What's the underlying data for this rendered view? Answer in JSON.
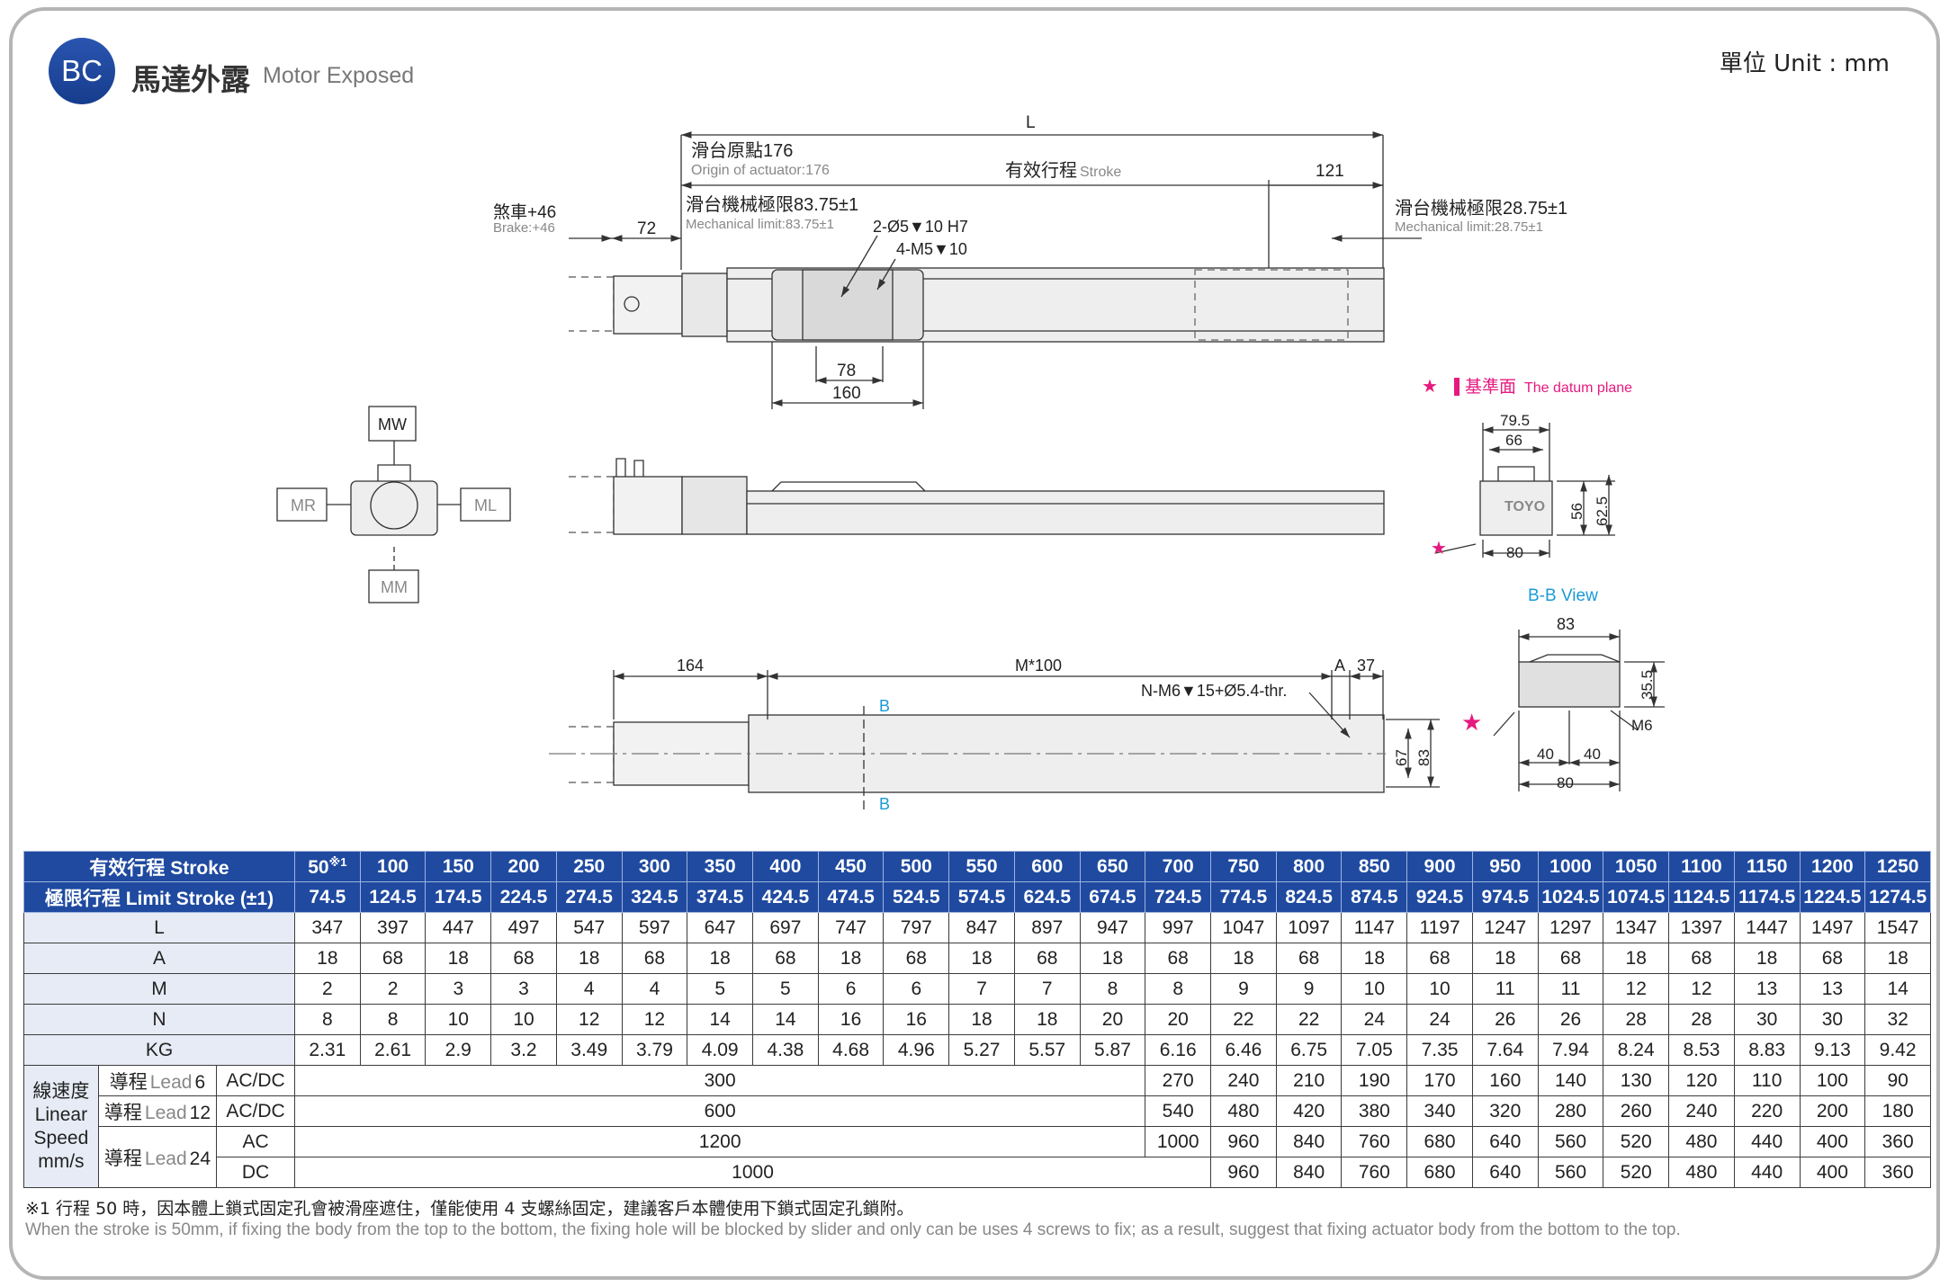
{
  "header": {
    "badge": "BC",
    "title_zh": "馬達外露",
    "title_en": "Motor Exposed",
    "unit": "單位 Unit : mm"
  },
  "drawing": {
    "L": "L",
    "origin_zh": "滑台原點176",
    "origin_en": "Origin of actuator:176",
    "stroke_zh": "有效行程",
    "stroke_en": "Stroke",
    "d121": "121",
    "brake_zh": "煞車+46",
    "brake_en": "Brake:+46",
    "d72": "72",
    "mech_left_zh": "滑台機械極限83.75±1",
    "mech_left_en": "Mechanical limit:83.75±1",
    "mech_right_zh": "滑台機械極限28.75±1",
    "mech_right_en": "Mechanical limit:28.75±1",
    "hole1": "2-Ø5▼10 H7",
    "hole2": "4-M5▼10",
    "d78": "78",
    "d160": "160",
    "mw": "MW",
    "mr": "MR",
    "ml": "ML",
    "mm": "MM",
    "datum_zh": "基準面",
    "datum_en": "The datum plane",
    "star": "★",
    "d79_5": "79.5",
    "d66": "66",
    "d56": "56",
    "d62_5": "62.5",
    "d80": "80",
    "logo": "TOYO",
    "bbview": "B-B View",
    "d83": "83",
    "d35_5": "35.5",
    "m6": "M6",
    "d40a": "40",
    "d40b": "40",
    "d80b": "80",
    "d164": "164",
    "m100": "M*100",
    "dA": "A",
    "d37": "37",
    "nhole": "N-M6▼15+Ø5.4-thr.",
    "b1": "B",
    "b2": "B",
    "d67": "67",
    "d83b": "83"
  },
  "table": {
    "stroke_label": "有效行程 Stroke",
    "limit_label": "極限行程 Limit Stroke (±1)",
    "stroke": [
      "50",
      "100",
      "150",
      "200",
      "250",
      "300",
      "350",
      "400",
      "450",
      "500",
      "550",
      "600",
      "650",
      "700",
      "750",
      "800",
      "850",
      "900",
      "950",
      "1000",
      "1050",
      "1100",
      "1150",
      "1200",
      "1250"
    ],
    "stroke_note": "※1",
    "limit": [
      "74.5",
      "124.5",
      "174.5",
      "224.5",
      "274.5",
      "324.5",
      "374.5",
      "424.5",
      "474.5",
      "524.5",
      "574.5",
      "624.5",
      "674.5",
      "724.5",
      "774.5",
      "824.5",
      "874.5",
      "924.5",
      "974.5",
      "1024.5",
      "1074.5",
      "1124.5",
      "1174.5",
      "1224.5",
      "1274.5"
    ],
    "rows": [
      {
        "label": "L",
        "values": [
          "347",
          "397",
          "447",
          "497",
          "547",
          "597",
          "647",
          "697",
          "747",
          "797",
          "847",
          "897",
          "947",
          "997",
          "1047",
          "1097",
          "1147",
          "1197",
          "1247",
          "1297",
          "1347",
          "1397",
          "1447",
          "1497",
          "1547"
        ]
      },
      {
        "label": "A",
        "values": [
          "18",
          "68",
          "18",
          "68",
          "18",
          "68",
          "18",
          "68",
          "18",
          "68",
          "18",
          "68",
          "18",
          "68",
          "18",
          "68",
          "18",
          "68",
          "18",
          "68",
          "18",
          "68",
          "18",
          "68",
          "18"
        ]
      },
      {
        "label": "M",
        "values": [
          "2",
          "2",
          "3",
          "3",
          "4",
          "4",
          "5",
          "5",
          "6",
          "6",
          "7",
          "7",
          "8",
          "8",
          "9",
          "9",
          "10",
          "10",
          "11",
          "11",
          "12",
          "12",
          "13",
          "13",
          "14"
        ]
      },
      {
        "label": "N",
        "values": [
          "8",
          "8",
          "10",
          "10",
          "12",
          "12",
          "14",
          "14",
          "16",
          "16",
          "18",
          "18",
          "20",
          "20",
          "22",
          "22",
          "24",
          "24",
          "26",
          "26",
          "28",
          "28",
          "30",
          "30",
          "32"
        ]
      },
      {
        "label": "KG",
        "values": [
          "2.31",
          "2.61",
          "2.9",
          "3.2",
          "3.49",
          "3.79",
          "4.09",
          "4.38",
          "4.68",
          "4.96",
          "5.27",
          "5.57",
          "5.87",
          "6.16",
          "6.46",
          "6.75",
          "7.05",
          "7.35",
          "7.64",
          "7.94",
          "8.24",
          "8.53",
          "8.83",
          "9.13",
          "9.42"
        ]
      }
    ],
    "speed": {
      "label_zh": "線速度",
      "label_en1": "Linear",
      "label_en2": "Speed",
      "label_unit": "mm/s",
      "lead_zh": "導程",
      "lead_en": "Lead",
      "lead6": {
        "lead": "6",
        "power": "AC/DC",
        "merged": "300",
        "values": [
          "270",
          "240",
          "210",
          "190",
          "170",
          "160",
          "140",
          "130",
          "120",
          "110",
          "100",
          "90"
        ]
      },
      "lead12": {
        "lead": "12",
        "power": "AC/DC",
        "merged": "600",
        "values": [
          "540",
          "480",
          "420",
          "380",
          "340",
          "320",
          "280",
          "260",
          "240",
          "220",
          "200",
          "180"
        ]
      },
      "lead24ac": {
        "lead": "24",
        "power": "AC",
        "merged": "1200",
        "values": [
          "1000",
          "960",
          "840",
          "760",
          "680",
          "640",
          "560",
          "520",
          "480",
          "440",
          "400",
          "360"
        ]
      },
      "lead24dc": {
        "power": "DC",
        "merged": "1000",
        "values": [
          "960",
          "840",
          "760",
          "680",
          "640",
          "560",
          "520",
          "480",
          "440",
          "400",
          "360"
        ]
      }
    }
  },
  "notes": {
    "zh": "※1 行程 50 時，因本體上鎖式固定孔會被滑座遮住，僅能使用 4 支螺絲固定，建議客戶本體使用下鎖式固定孔鎖附。",
    "en": "When the stroke is 50mm, if fixing the body from the top to the bottom, the fixing hole will be blocked by slider and only can be uses 4 screws to fix; as a result, suggest that fixing actuator body from the bottom to the top."
  },
  "colors": {
    "header_blue": "#1f4aa0",
    "label_bg": "#e6ebf5",
    "accent_pink": "#e6197f",
    "view_blue": "#1a9ad6"
  }
}
